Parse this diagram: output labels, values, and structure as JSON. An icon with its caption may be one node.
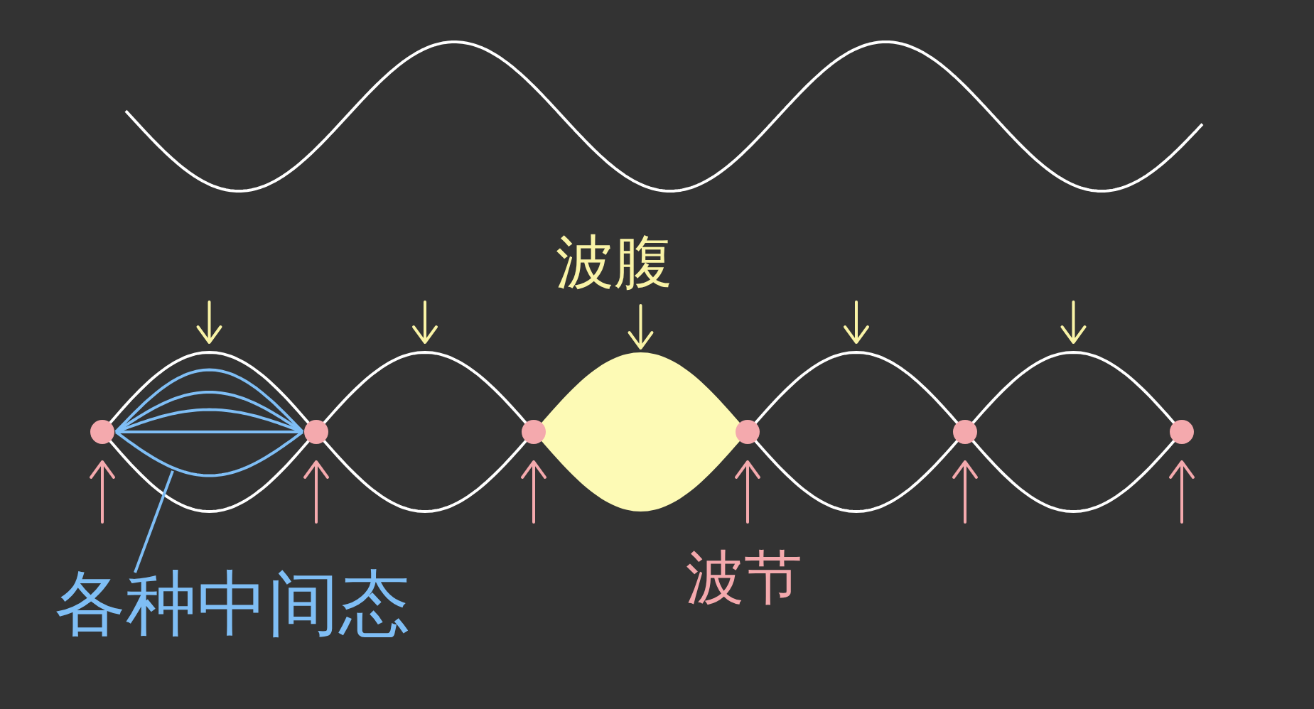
{
  "diagram": {
    "nodes": [
      {
        "text": [
          "各种中间态"
        ]
      },
      {
        "text": [],
        "shape": "curve"
      }
    ],
    "edges": [
      {
        "from": 0,
        "to": 1,
        "arrow": "none"
      }
    ],
    "labels": [
      "波腹",
      "波节"
    ]
  }
}
